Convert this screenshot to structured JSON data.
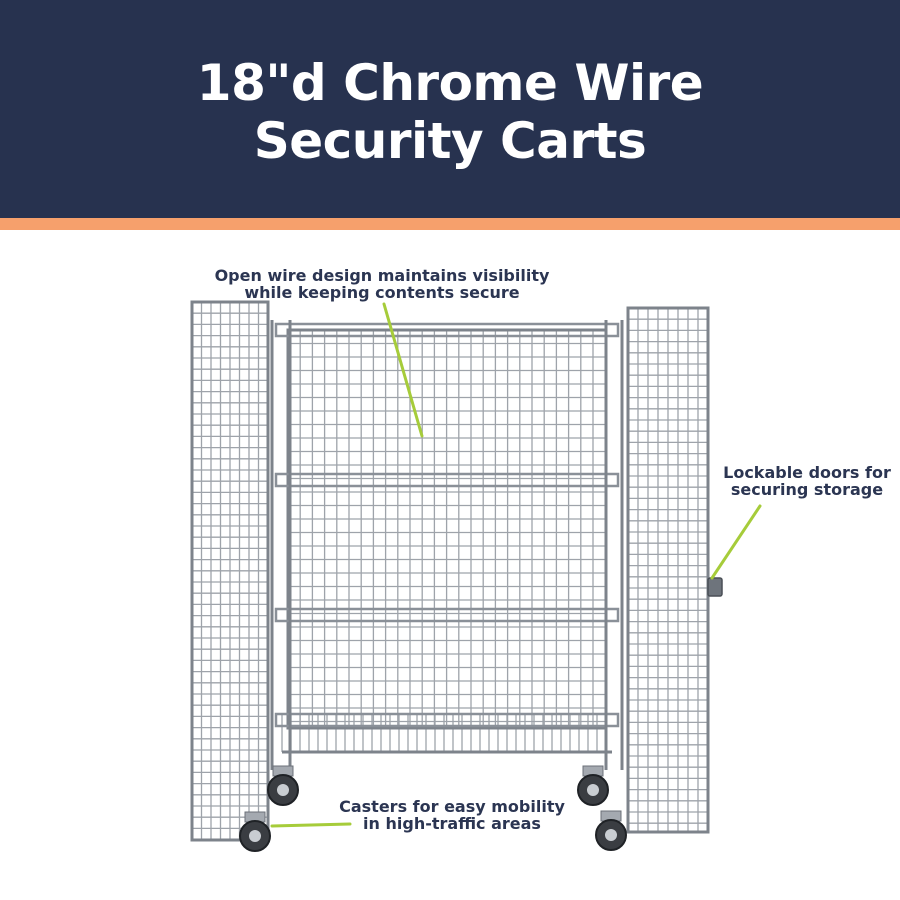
{
  "header": {
    "title_line1": "18\"d Chrome Wire",
    "title_line2": "Security Carts",
    "background_color": "#27324f",
    "accent_color": "#f6a06c"
  },
  "callouts": {
    "top": {
      "line1": "Open wire design maintains visibility",
      "line2": "while keeping contents secure"
    },
    "right": {
      "line1": "Lockable doors for",
      "line2": "securing storage"
    },
    "bottom": {
      "line1": "Casters for easy mobility",
      "line2": "in high-traffic areas"
    },
    "pointer_color": "#a6cc3a",
    "text_color": "#2b3552"
  },
  "product": {
    "image_name": "chrome-wire-security-cart-image"
  }
}
